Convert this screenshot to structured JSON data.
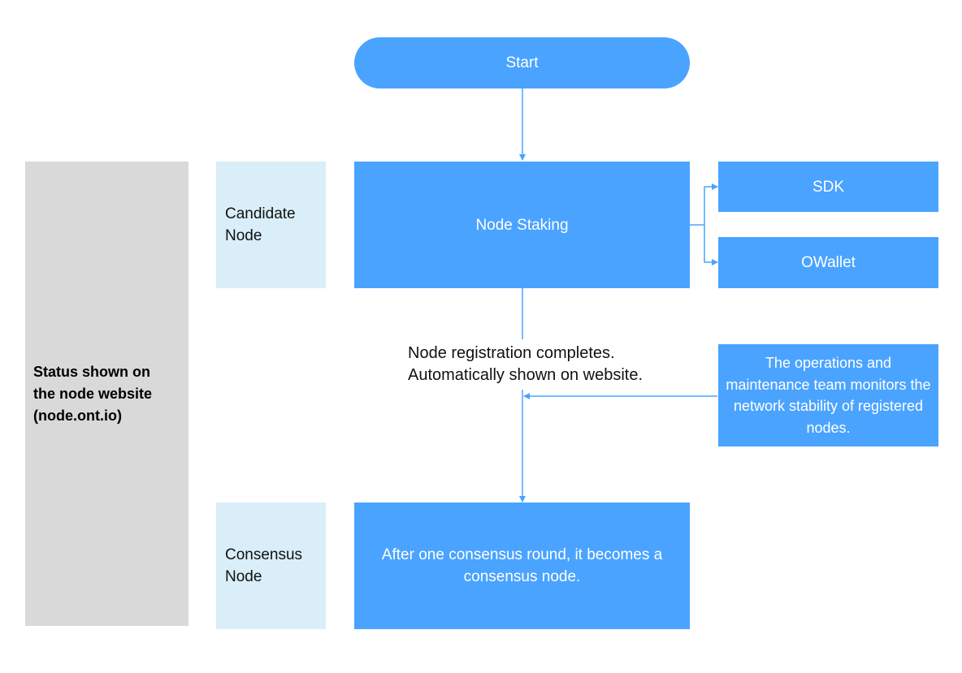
{
  "start": {
    "label": "Start"
  },
  "status_panel": {
    "label": "Status shown on the node website (node.ont.io)"
  },
  "candidate_node": {
    "label": "Candidate Node"
  },
  "consensus_node": {
    "label": "Consensus Node"
  },
  "node_staking": {
    "label": "Node Staking"
  },
  "sdk": {
    "label": "SDK"
  },
  "owallet": {
    "label": "OWallet"
  },
  "registration_note": {
    "line1": "Node registration completes.",
    "line2": "Automatically shown on website."
  },
  "ops_team": {
    "label": "The operations and maintenance team monitors the network stability of registered nodes."
  },
  "consensus_result": {
    "label": "After one consensus round, it becomes a consensus node."
  },
  "colors": {
    "box_blue": "#4aa3ff",
    "label_light_blue": "#d9eef8",
    "panel_grey": "#d9d9d9",
    "connector": "#4aa3ff"
  }
}
